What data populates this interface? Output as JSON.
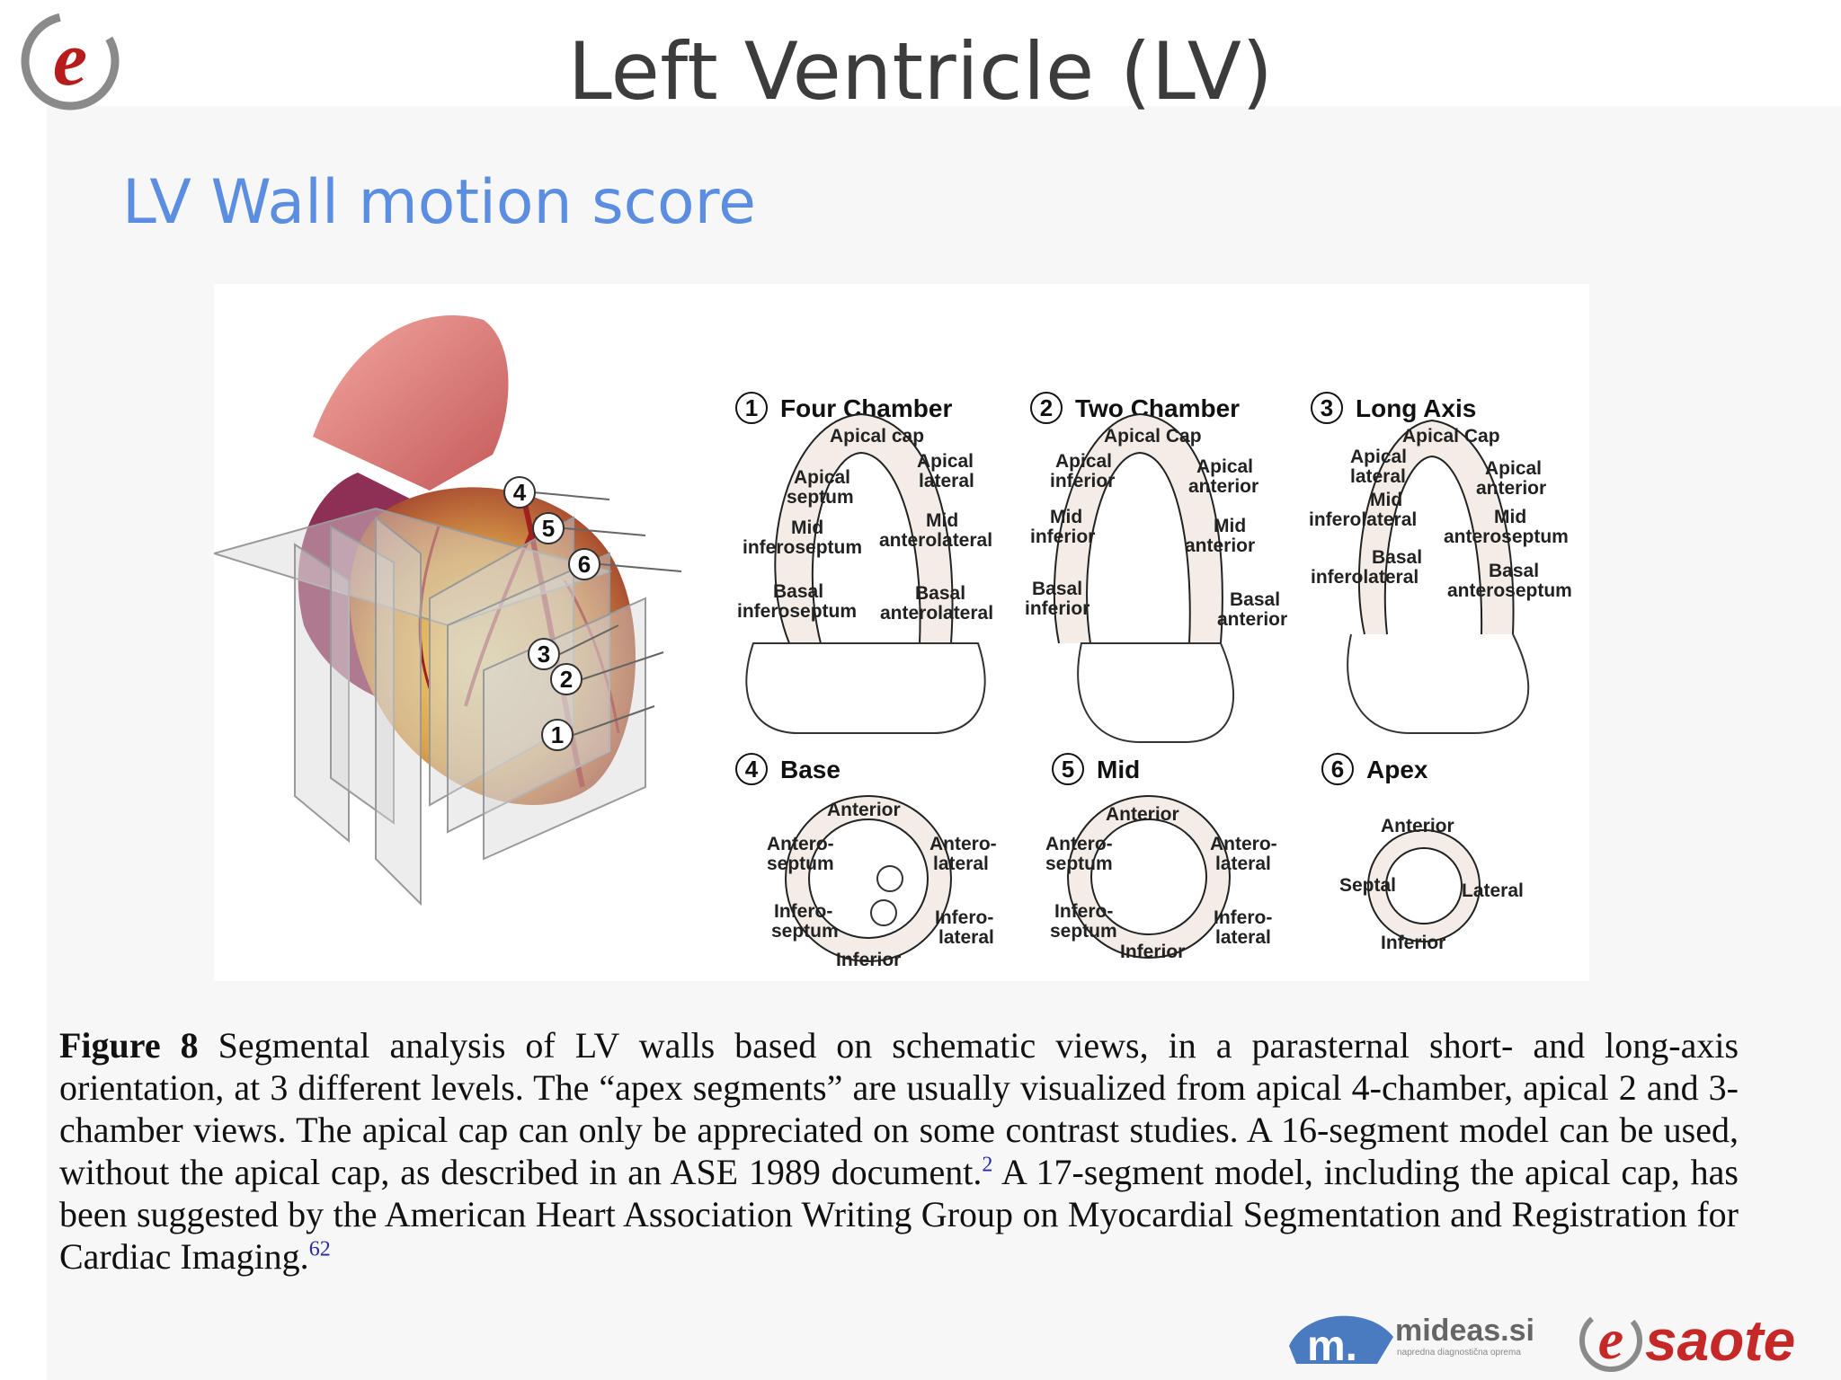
{
  "header": {
    "title": "Left Ventricle (LV)",
    "logo_icon": "esaote-e-logo"
  },
  "main": {
    "subtitle": "LV Wall motion score"
  },
  "figure": {
    "plane_numbers": [
      "4",
      "5",
      "6",
      "3",
      "2",
      "1"
    ],
    "views": {
      "four_chamber": {
        "number": "1",
        "title": "Four Chamber",
        "labels": {
          "apical_cap": "Apical cap",
          "apical_septum_1": "Apical",
          "apical_septum_2": "septum",
          "apical_lateral_1": "Apical",
          "apical_lateral_2": "lateral",
          "mid_inferoseptum_1": "Mid",
          "mid_inferoseptum_2": "inferoseptum",
          "mid_anterolateral_1": "Mid",
          "mid_anterolateral_2": "anterolateral",
          "basal_inferoseptum_1": "Basal",
          "basal_inferoseptum_2": "inferoseptum",
          "basal_anterolateral_1": "Basal",
          "basal_anterolateral_2": "anterolateral"
        }
      },
      "two_chamber": {
        "number": "2",
        "title": "Two Chamber",
        "labels": {
          "apical_cap": "Apical Cap",
          "apical_inferior_1": "Apical",
          "apical_inferior_2": "inferior",
          "apical_anterior_1": "Apical",
          "apical_anterior_2": "anterior",
          "mid_inferior_1": "Mid",
          "mid_inferior_2": "inferior",
          "mid_anterior_1": "Mid",
          "mid_anterior_2": "anterior",
          "basal_inferior_1": "Basal",
          "basal_inferior_2": "inferior",
          "basal_anterior_1": "Basal",
          "basal_anterior_2": "anterior"
        }
      },
      "long_axis": {
        "number": "3",
        "title": "Long Axis",
        "labels": {
          "apical_cap": "Apical Cap",
          "apical_lateral_1": "Apical",
          "apical_lateral_2": "lateral",
          "apical_anterior_1": "Apical",
          "apical_anterior_2": "anterior",
          "mid_inferolateral_1": "Mid",
          "mid_inferolateral_2": "inferolateral",
          "mid_anteroseptum_1": "Mid",
          "mid_anteroseptum_2": "anteroseptum",
          "basal_inferolateral_1": "Basal",
          "basal_inferolateral_2": "inferolateral",
          "basal_anteroseptum_1": "Basal",
          "basal_anteroseptum_2": "anteroseptum"
        }
      },
      "base": {
        "number": "4",
        "title": "Base",
        "labels": {
          "anterior": "Anterior",
          "anteroseptum_1": "Antero-",
          "anteroseptum_2": "septum",
          "anterolateral_1": "Antero-",
          "anterolateral_2": "lateral",
          "inferoseptum_1": "Infero-",
          "inferoseptum_2": "septum",
          "inferolateral_1": "Infero-",
          "inferolateral_2": "lateral",
          "inferior": "Inferior"
        }
      },
      "mid": {
        "number": "5",
        "title": "Mid",
        "labels": {
          "anterior": "Anterior",
          "anteroseptum_1": "Antero-",
          "anteroseptum_2": "septum",
          "anterolateral_1": "Antero-",
          "anterolateral_2": "lateral",
          "inferoseptum_1": "Infero-",
          "inferoseptum_2": "septum",
          "inferolateral_1": "Infero-",
          "inferolateral_2": "lateral",
          "inferior": "Inferior"
        }
      },
      "apex": {
        "number": "6",
        "title": "Apex",
        "labels": {
          "anterior": "Anterior",
          "septal": "Septal",
          "lateral": "Lateral",
          "inferior": "Inferior"
        }
      }
    }
  },
  "caption": {
    "figure_label": "Figure 8",
    "text_1": "Segmental analysis of LV walls based on schematic views, in a parasternal short- and long-axis orientation, at 3 different levels. The “apex segments” are usually visualized from apical 4-chamber, apical 2 and 3-chamber views. The apical cap can only be appreciated on some contrast studies. A 16-segment model can be used, without the apical cap, as described in an ASE 1989 document.",
    "ref_1": "2",
    "text_2": "A 17-segment model, including the apical cap, has been suggested by the American Heart Association Writing Group on Myocardial Segmentation and Registration for Cardiac Imaging.",
    "ref_2": "62"
  },
  "footer": {
    "mideas_name": "mideas.si",
    "mideas_tagline": "napredna diagnostična oprema",
    "esaote_name": "saote",
    "esaote_color": "#c62828",
    "mideas_color": "#4a7bc0"
  },
  "colors": {
    "title": "#3c3c3c",
    "subtitle": "#5b8de0",
    "segment_fill": "#f3ece7"
  }
}
